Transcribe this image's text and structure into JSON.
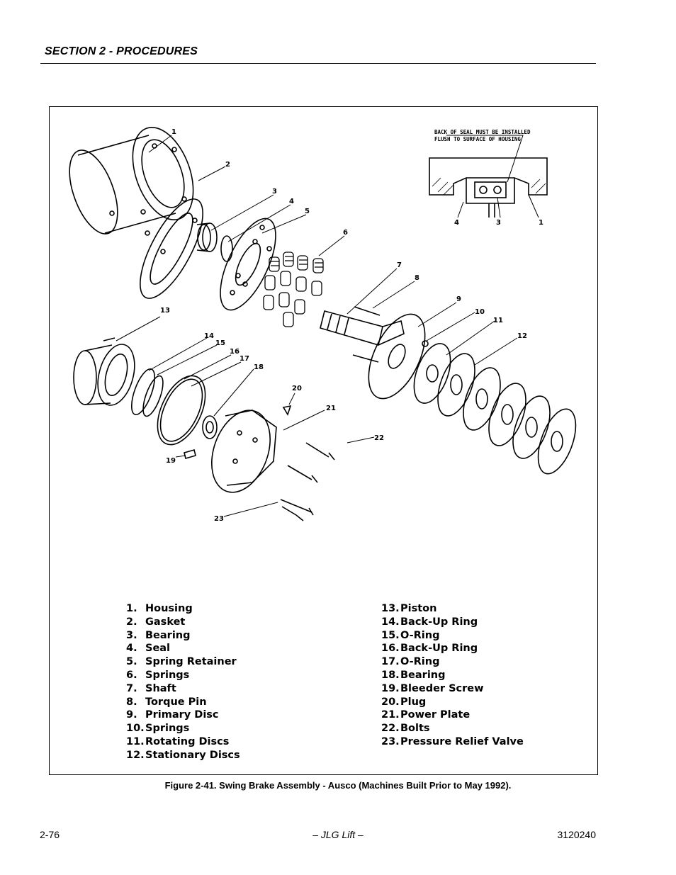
{
  "header": {
    "section_title": "SECTION 2 - PROCEDURES"
  },
  "figure": {
    "detail_note_line1": "BACK OF SEAL MUST BE INSTALLED",
    "detail_note_line2": "FLUSH TO SURFACE OF HOUSING",
    "detail_labels": [
      "4",
      "3",
      "1"
    ],
    "callouts": [
      "1",
      "2",
      "3",
      "4",
      "5",
      "6",
      "7",
      "8",
      "9",
      "10",
      "11",
      "12",
      "13",
      "14",
      "15",
      "16",
      "17",
      "18",
      "19",
      "20",
      "21",
      "22",
      "23"
    ],
    "legend_left": [
      {
        "num": "1.",
        "name": "Housing"
      },
      {
        "num": "2.",
        "name": "Gasket"
      },
      {
        "num": "3.",
        "name": "Bearing"
      },
      {
        "num": "4.",
        "name": "Seal"
      },
      {
        "num": "5.",
        "name": "Spring Retainer"
      },
      {
        "num": "6.",
        "name": "Springs"
      },
      {
        "num": "7.",
        "name": "Shaft"
      },
      {
        "num": "8.",
        "name": "Torque Pin"
      },
      {
        "num": "9.",
        "name": "Primary Disc"
      },
      {
        "num": "10.",
        "name": "Springs"
      },
      {
        "num": "11.",
        "name": "Rotating Discs"
      },
      {
        "num": "12.",
        "name": "Stationary Discs"
      }
    ],
    "legend_right": [
      {
        "num": "13.",
        "name": "Piston"
      },
      {
        "num": "14.",
        "name": "Back-Up Ring"
      },
      {
        "num": "15.",
        "name": "O-Ring"
      },
      {
        "num": "16.",
        "name": "Back-Up Ring"
      },
      {
        "num": "17.",
        "name": "O-Ring"
      },
      {
        "num": "18.",
        "name": "Bearing"
      },
      {
        "num": "19.",
        "name": "Bleeder Screw"
      },
      {
        "num": "20.",
        "name": "Plug"
      },
      {
        "num": "21.",
        "name": "Power Plate"
      },
      {
        "num": "22.",
        "name": "Bolts"
      },
      {
        "num": "23.",
        "name": "Pressure Relief Valve"
      }
    ],
    "caption": "Figure 2-41.  Swing Brake Assembly - Ausco (Machines Built Prior to May 1992)."
  },
  "footer": {
    "page_number": "2-76",
    "center": "– JLG Lift –",
    "doc_number": "3120240"
  }
}
